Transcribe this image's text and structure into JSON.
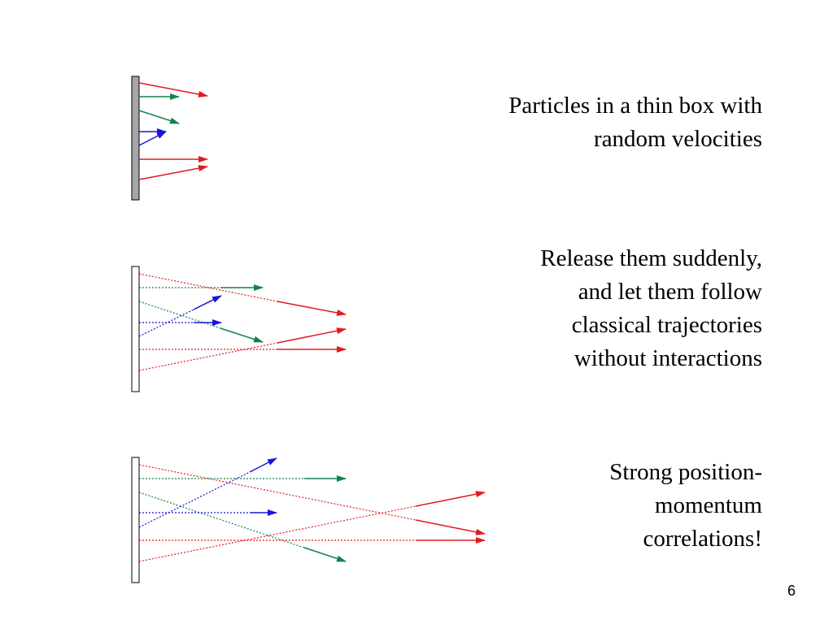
{
  "colors": {
    "red": "#e31a1c",
    "green": "#11834a",
    "blue": "#1616d8",
    "wall_filled": "#a6a6a6",
    "wall_outline": "#000000"
  },
  "captions": {
    "panel1": [
      "Particles in a thin box with",
      "random velocities"
    ],
    "panel2": [
      "Release them suddenly,",
      "and let them follow",
      "classical trajectories",
      "without interactions"
    ],
    "panel3": [
      "Strong position-",
      "momentum",
      "correlations!"
    ]
  },
  "page_number": "6"
}
